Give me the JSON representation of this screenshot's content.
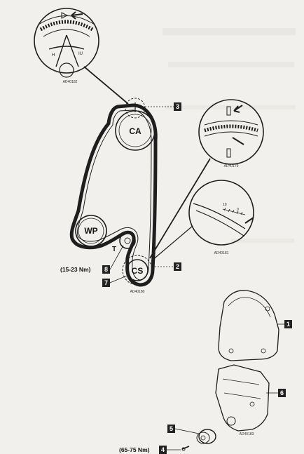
{
  "diagram": {
    "pulleys": {
      "camshaft": "CA",
      "water_pump": "WP",
      "crankshaft": "CS",
      "tensioner": "T"
    },
    "reference_codes": {
      "cam_mark_detail": "AD40182",
      "tooth_detail": "AD40179",
      "crank_mark_detail": "AD40181",
      "belt_layout": "AD40180",
      "covers": "AD40183"
    },
    "callouts": [
      "1",
      "2",
      "3",
      "4",
      "5",
      "6",
      "7",
      "8"
    ],
    "torques": {
      "tensioner_bolt": "(15-23 Nm)",
      "crank_bolt": "(65-75 Nm)"
    },
    "colors": {
      "background": "#f1f0ec",
      "ink": "#1e1e1e",
      "callout_box": "#222222"
    }
  }
}
